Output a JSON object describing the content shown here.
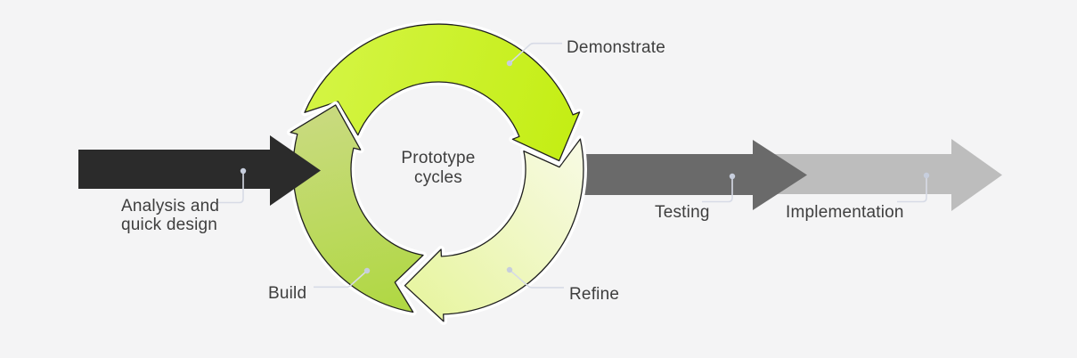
{
  "page": {
    "background": "#f4f4f5"
  },
  "diagram": {
    "type": "process-flow-with-cycle",
    "center": {
      "line1": "Prototype",
      "line2": "cycles"
    },
    "cycle_segments": [
      {
        "label": "Demonstrate",
        "color": "#c9f028"
      },
      {
        "label": "Refine",
        "color": "#edf6b0"
      },
      {
        "label": "Build",
        "color": "#b7db4d"
      }
    ],
    "flow_arrows": [
      {
        "line1": "Analysis and",
        "line2": "quick design",
        "color": "#2b2b2b"
      },
      {
        "label": "Testing",
        "color": "#6a6a6a"
      },
      {
        "label": "Implementation",
        "color": "#bdbdbd"
      }
    ],
    "connector": {
      "line_color": "#d7dbe6",
      "dot_color": "#c7cedd"
    },
    "outline_color": "#1f1f1f",
    "casing_color": "#ffffff",
    "text_color": "#3e3e3e"
  }
}
